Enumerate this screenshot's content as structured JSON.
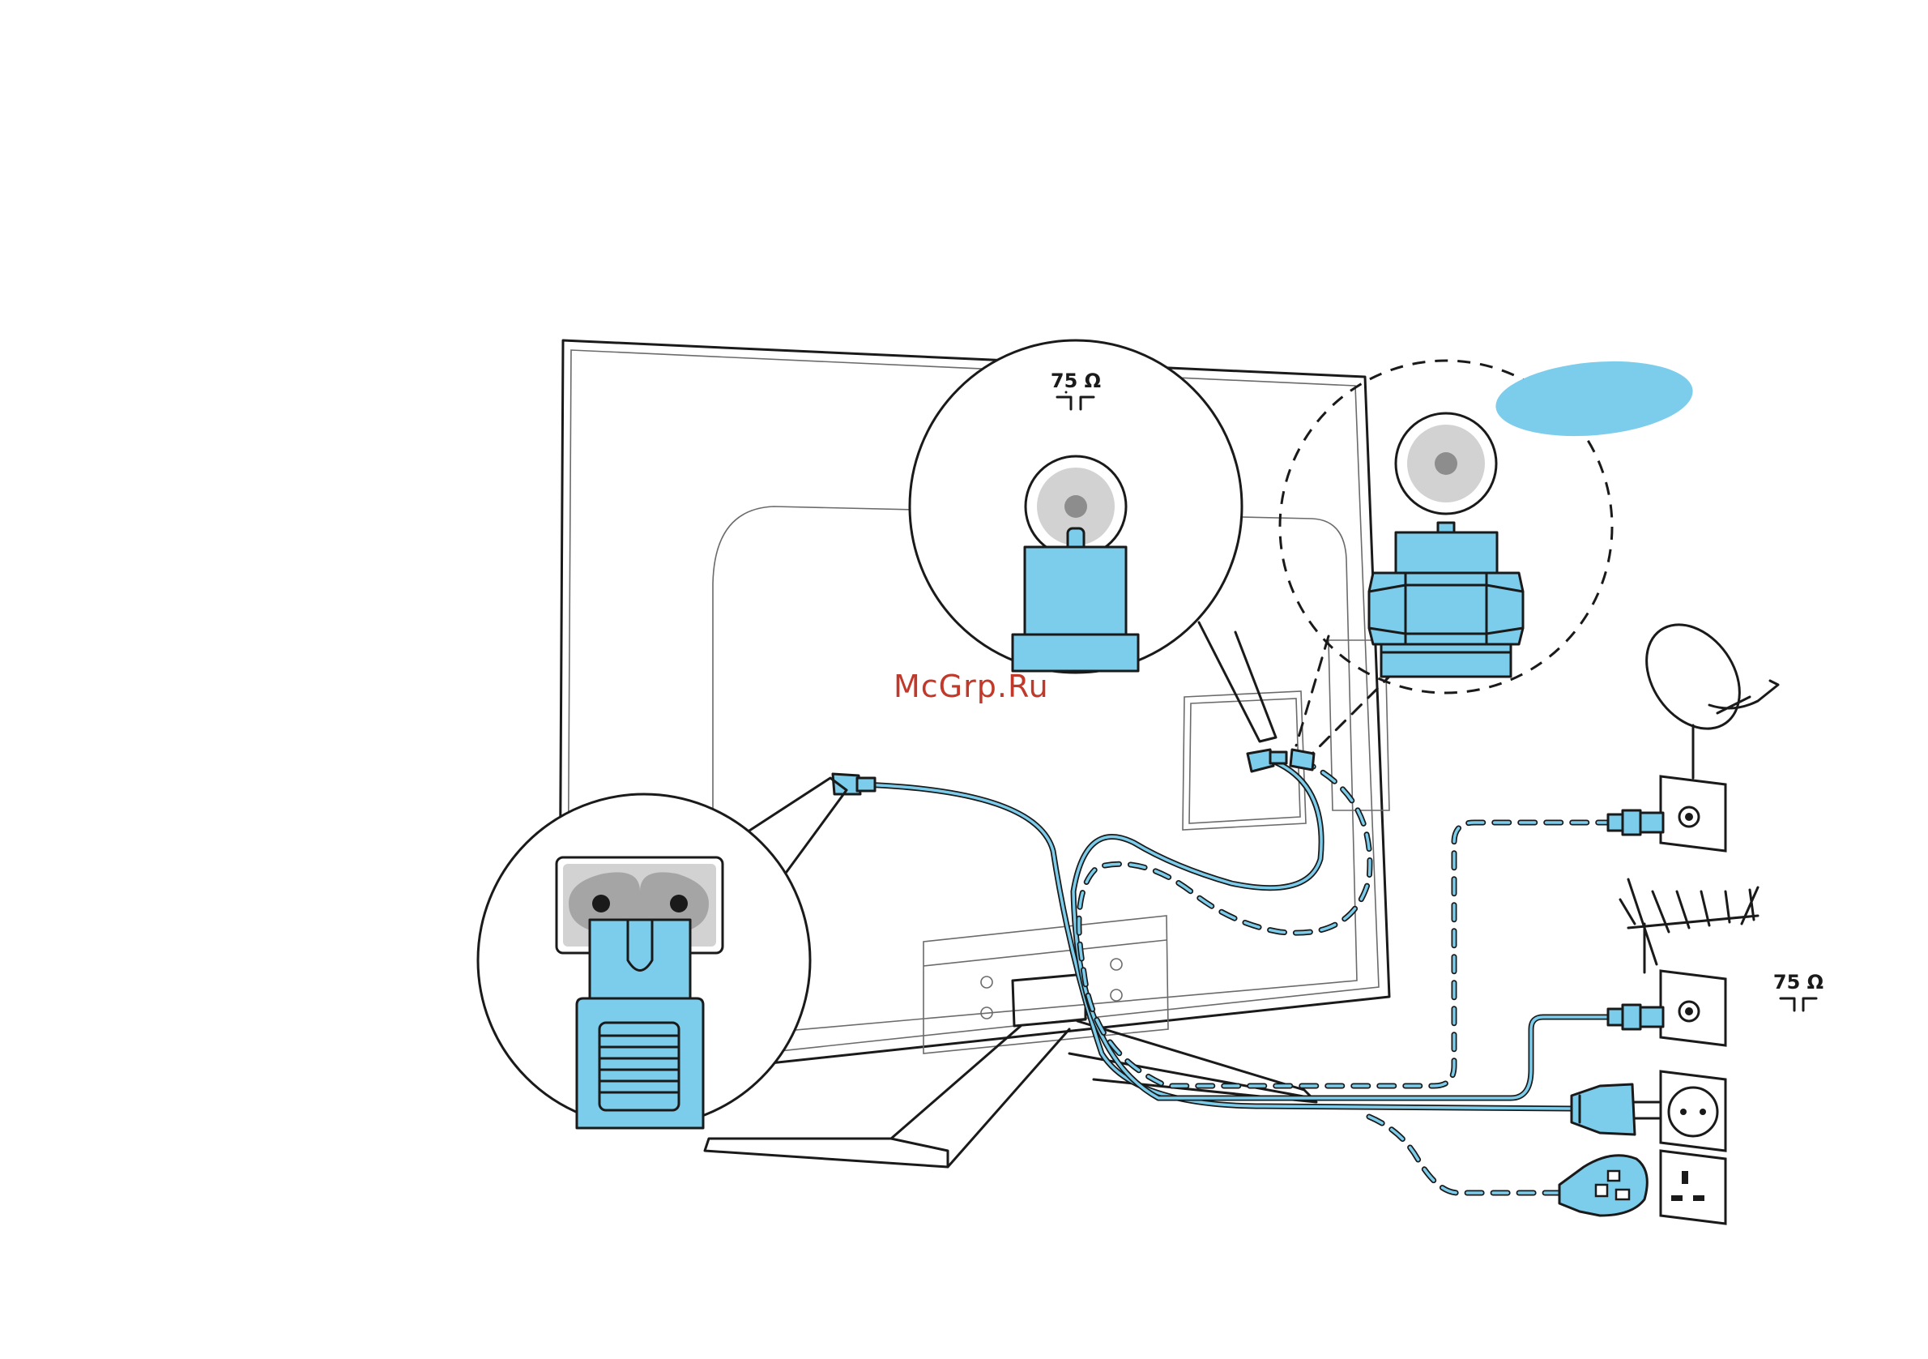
{
  "labels": {
    "impedance_top": "75 Ω",
    "impedance_right": "75 Ω",
    "watermark": "McGrp.Ru"
  },
  "colors": {
    "accent_blue": "#7ccdeb",
    "line": "#1a1a1a",
    "socket_gray": "#d2d2d2",
    "watermark": "#c0392b"
  },
  "icons": [
    "tv-back",
    "coax-connector",
    "coax-adapter",
    "power-inlet",
    "satellite-dish",
    "terrestrial-antenna",
    "antenna-wall-socket",
    "eu-power-socket",
    "uk-power-socket",
    "eu-plug",
    "uk-plug"
  ]
}
